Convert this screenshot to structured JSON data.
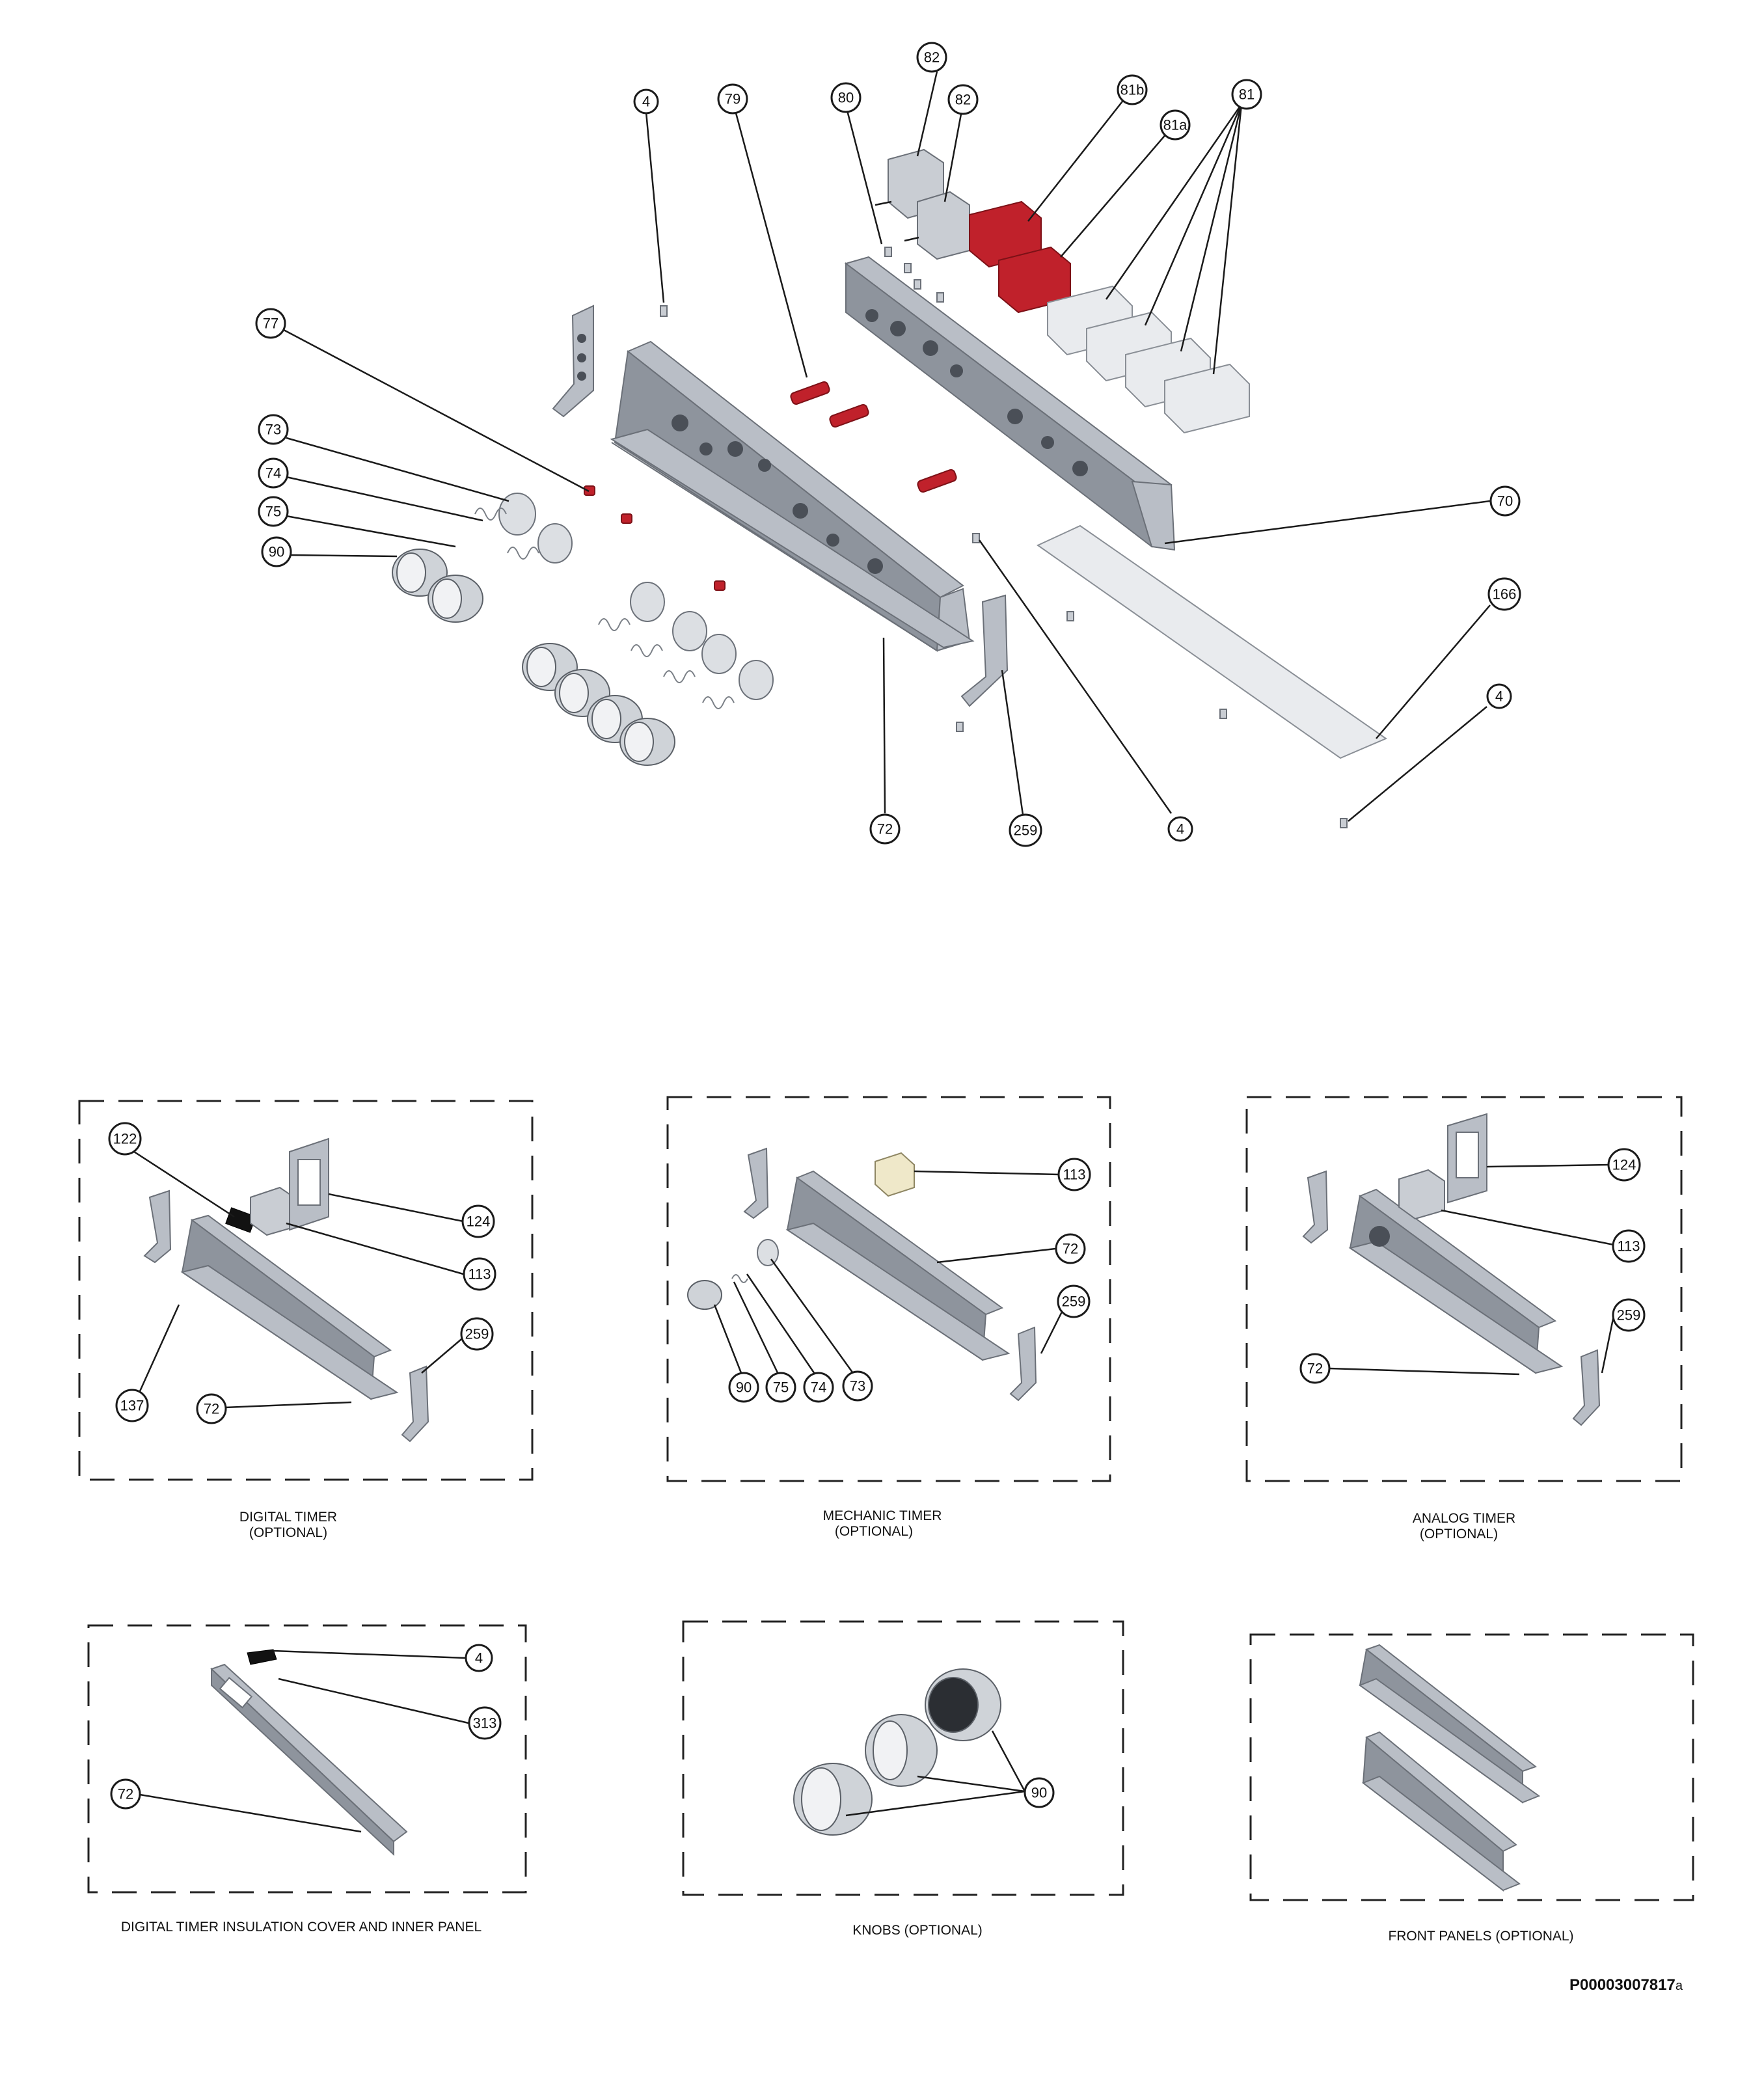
{
  "labels": {
    "c_82a": "82",
    "c_82b": "82",
    "c_80": "80",
    "c_79": "79",
    "c_4a": "4",
    "c_81b": "81b",
    "c_81a": "81a",
    "c_81": "81",
    "c_77": "77",
    "c_73": "73",
    "c_74": "74",
    "c_75": "75",
    "c_90": "90",
    "c_70": "70",
    "c_166": "166",
    "c_4b": "4",
    "c_72": "72",
    "c_259": "259",
    "c_4c": "4",
    "d_122": "122",
    "d_124": "124",
    "d_113": "113",
    "d_259": "259",
    "d_137": "137",
    "d_72": "72",
    "m_113": "113",
    "m_72": "72",
    "m_259": "259",
    "m_90": "90",
    "m_75": "75",
    "m_74": "74",
    "m_73": "73",
    "a_124": "124",
    "a_113": "113",
    "a_259": "259",
    "a_72": "72",
    "i_4": "4",
    "i_313": "313",
    "i_72": "72",
    "k_90": "90"
  },
  "captions": {
    "digital_timer": "DIGITAL TIMER",
    "digital_timer_opt": "(OPTIONAL)",
    "mechanic_timer": "MECHANIC TIMER",
    "mechanic_timer_opt": "(OPTIONAL)",
    "analog_timer": "ANALOG TIMER",
    "analog_timer_opt": "(OPTIONAL)",
    "insulation": "DIGITAL TIMER INSULATION COVER AND INNER PANEL",
    "knobs": "KNOBS  (OPTIONAL)",
    "front_panels": "FRONT PANELS  (OPTIONAL)"
  },
  "document_number": "P00003007817",
  "document_revision": "a",
  "colors": {
    "panel": "#b9bec6",
    "accent_red": "#c0212b",
    "line": "#1a1a1a"
  }
}
